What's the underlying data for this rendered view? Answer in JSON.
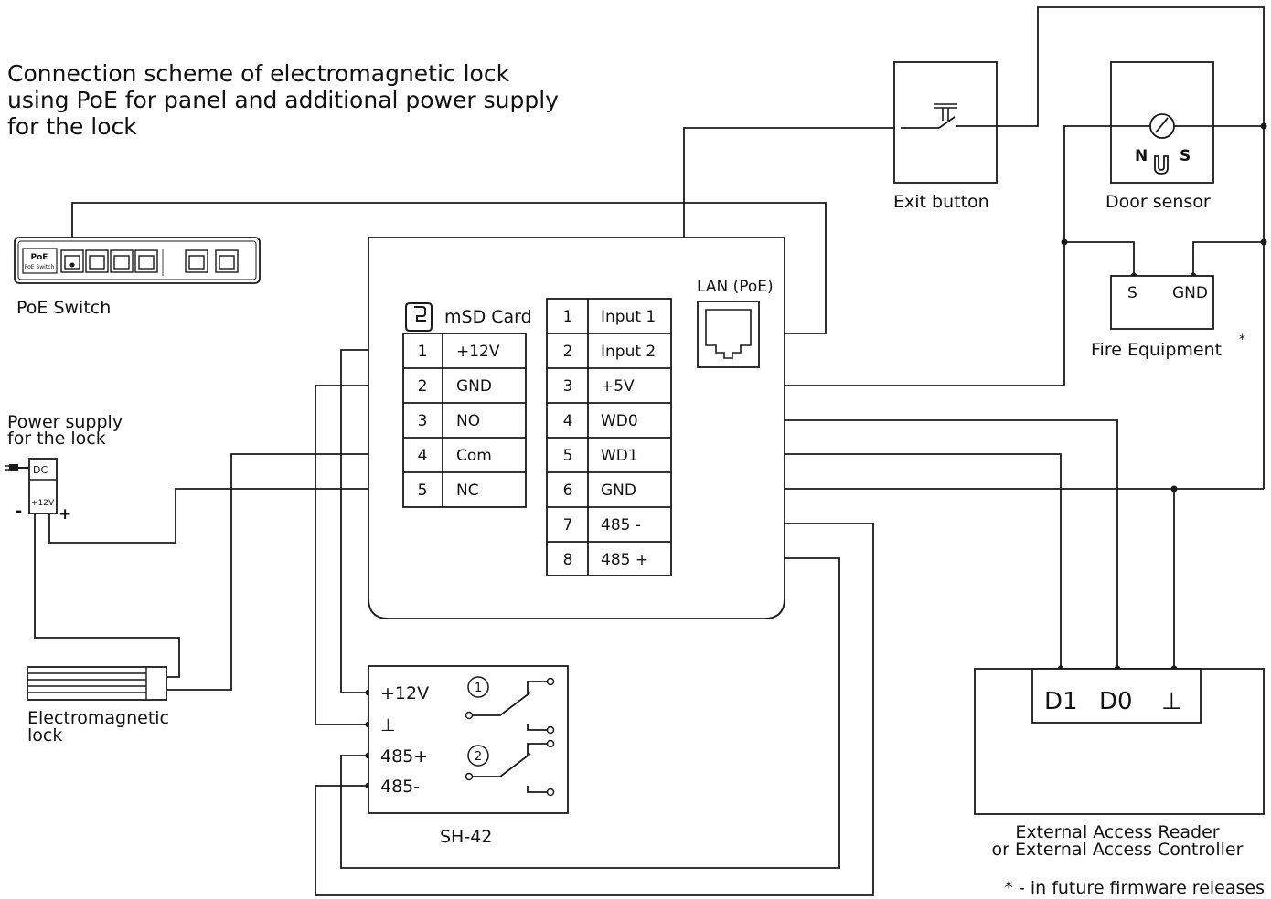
{
  "title": {
    "line1": "Connection scheme of electromagnetic lock",
    "line2": "using PoE for panel and additional power supply",
    "line3": "for the lock"
  },
  "poe_switch": {
    "badge": "PoE",
    "badge_sub": "PoE Switch",
    "label": "PoE Switch"
  },
  "power_supply": {
    "label_line1": "Power supply",
    "label_line2": "for the lock",
    "dc": "DC",
    "voltage": "+12V",
    "minus": "-",
    "plus": "+"
  },
  "lock": {
    "label_line1": "Electromagnetic",
    "label_line2": "lock"
  },
  "msd": {
    "label": "mSD Card"
  },
  "left_terminal": [
    {
      "num": "1",
      "name": "+12V"
    },
    {
      "num": "2",
      "name": "GND"
    },
    {
      "num": "3",
      "name": "NO"
    },
    {
      "num": "4",
      "name": "Com"
    },
    {
      "num": "5",
      "name": "NC"
    }
  ],
  "right_terminal": [
    {
      "num": "1",
      "name": "Input 1"
    },
    {
      "num": "2",
      "name": "Input 2"
    },
    {
      "num": "3",
      "name": "+5V"
    },
    {
      "num": "4",
      "name": "WD0"
    },
    {
      "num": "5",
      "name": "WD1"
    },
    {
      "num": "6",
      "name": "GND"
    },
    {
      "num": "7",
      "name": "485 -"
    },
    {
      "num": "8",
      "name": "485 +"
    }
  ],
  "lan": {
    "label": "LAN (PoE)"
  },
  "exit_button": {
    "label": "Exit button"
  },
  "door_sensor": {
    "label": "Door sensor",
    "n": "N",
    "s": "S"
  },
  "fire": {
    "s": "S",
    "gnd": "GND",
    "label": "Fire Equipment",
    "asterisk": "*"
  },
  "sh42": {
    "label": "SH-42",
    "pins": [
      "+12V",
      "⊥",
      "485+",
      "485-"
    ],
    "relay1": "1",
    "relay2": "2"
  },
  "reader": {
    "d1": "D1",
    "d0": "D0",
    "gnd": "⊥",
    "label_line1": "External Access Reader",
    "label_line2": "or External Access Controller"
  },
  "footnote": "* - in future firmware releases"
}
